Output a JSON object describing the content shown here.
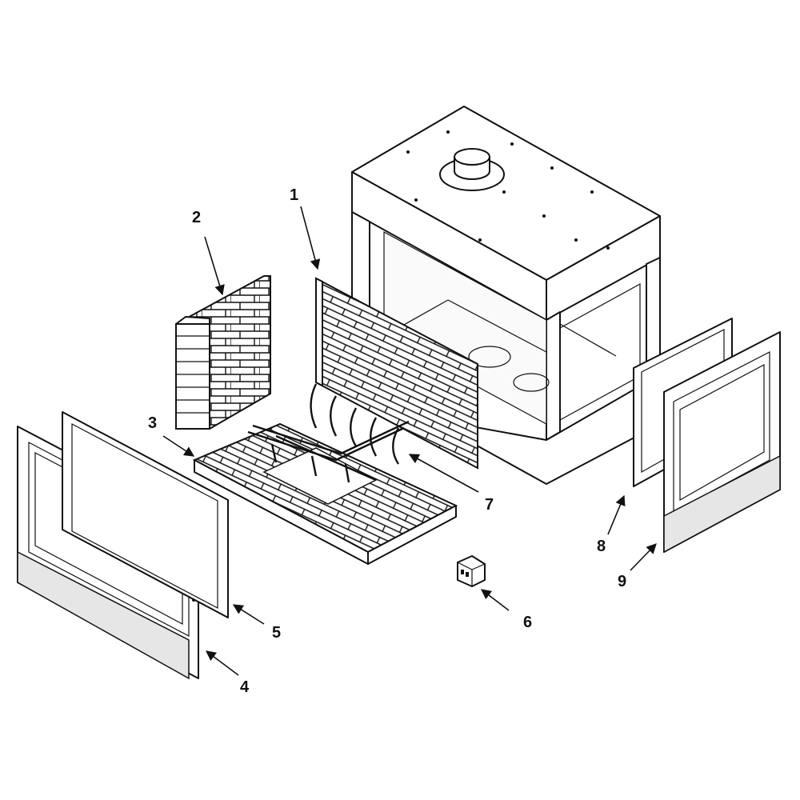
{
  "diagram": {
    "callouts": {
      "refractory_back_panel": "1",
      "refractory_side_panel": "2",
      "refractory_hearth": "3",
      "front_door_frame": "4",
      "front_glass_panel": "5",
      "junction_box": "6",
      "log_grate": "7",
      "side_glass_panel": "8",
      "side_door_frame": "9"
    },
    "colors": {
      "line": "#111111",
      "fill": "#ffffff",
      "shade": "#e6e6e6"
    }
  }
}
